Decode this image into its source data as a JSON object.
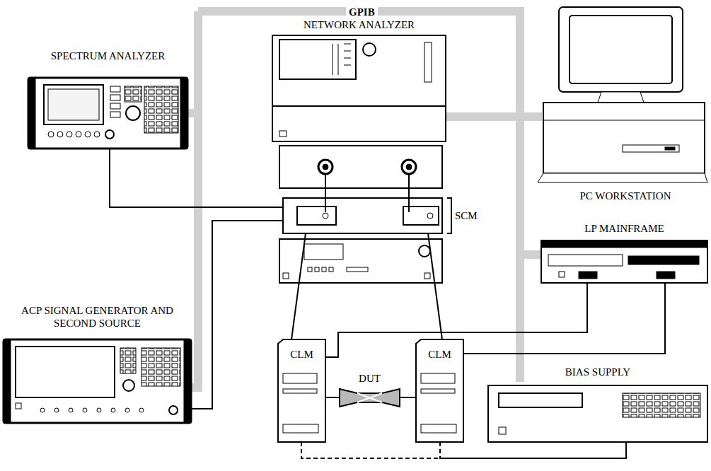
{
  "diagram": {
    "nodes": [
      {
        "text": [
          "NETWORK ANALYZER"
        ]
      },
      {
        "text": [
          "SPECTRUM ANALYZER"
        ]
      },
      {
        "text": [
          "PC WORKSTATION"
        ]
      },
      {
        "text": [
          "SCM"
        ]
      },
      {
        "text": [
          "LP MAINFRAME"
        ]
      },
      {
        "text": [
          "ACP SIGNAL GENERATOR AND SECOND SOURCE"
        ]
      },
      {
        "text": [
          "CLM"
        ]
      },
      {
        "text": [
          "DUT"
        ]
      },
      {
        "text": [
          "CLM"
        ]
      },
      {
        "text": [
          "BIAS SUPPLY"
        ]
      }
    ],
    "edges": [
      {
        "from": 1,
        "to": 3,
        "arrow": "none"
      },
      {
        "from": 5,
        "to": 3,
        "arrow": "none"
      },
      {
        "from": 3,
        "to": 6,
        "arrow": "none"
      },
      {
        "from": 3,
        "to": 8,
        "arrow": "none"
      },
      {
        "from": 6,
        "to": 4,
        "arrow": "none"
      },
      {
        "from": 8,
        "to": 4,
        "arrow": "none"
      },
      {
        "from": 6,
        "to": 9,
        "arrow": "none"
      },
      {
        "from": 8,
        "to": 9,
        "arrow": "none"
      },
      {
        "from": 6,
        "to": 7,
        "arrow": "none"
      },
      {
        "from": 7,
        "to": 8,
        "arrow": "none"
      }
    ],
    "labels": [
      "GPIB"
    ]
  }
}
